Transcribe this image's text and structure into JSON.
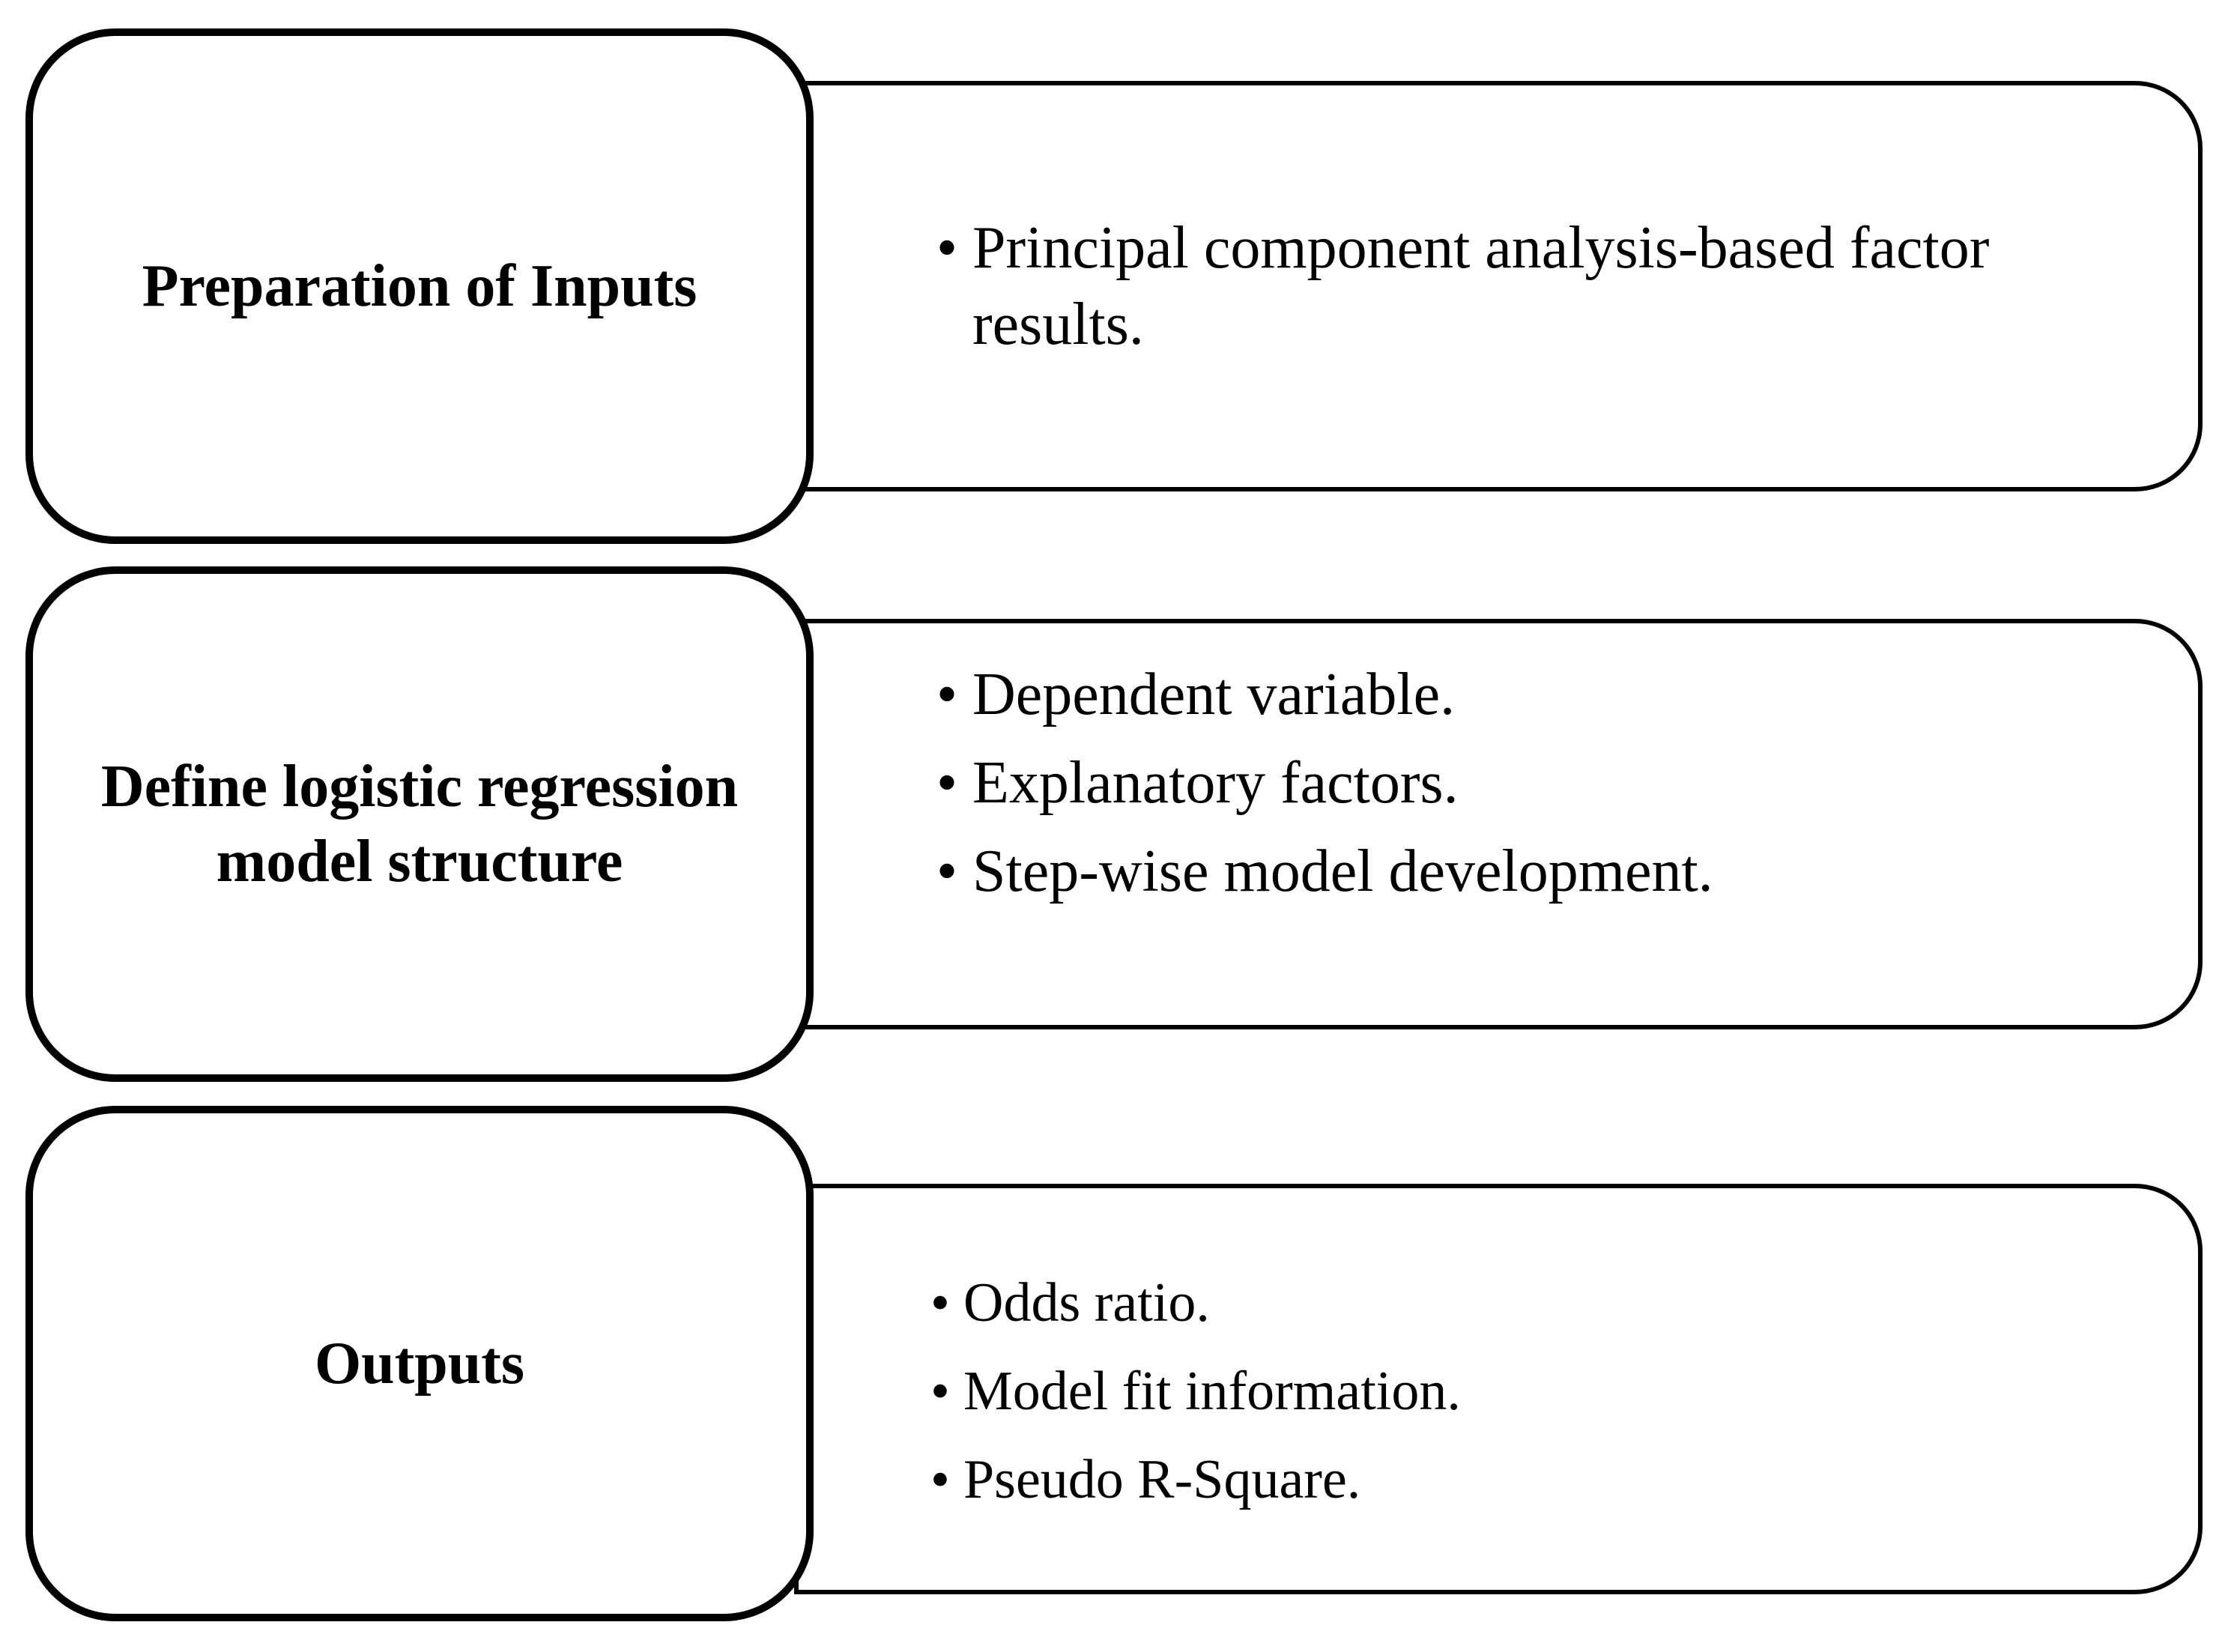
{
  "steps": [
    {
      "title": "Preparation of Inputs",
      "items": [
        "Principal component analysis-based factor results."
      ]
    },
    {
      "title": "Define logistic regression model structure",
      "items": [
        "Dependent variable.",
        "Explanatory factors.",
        "Step-wise model development."
      ]
    },
    {
      "title": "Outputs",
      "items": [
        "Odds ratio.",
        "Model fit information.",
        "Pseudo R-Square."
      ]
    }
  ],
  "bullet_glyph": "•"
}
